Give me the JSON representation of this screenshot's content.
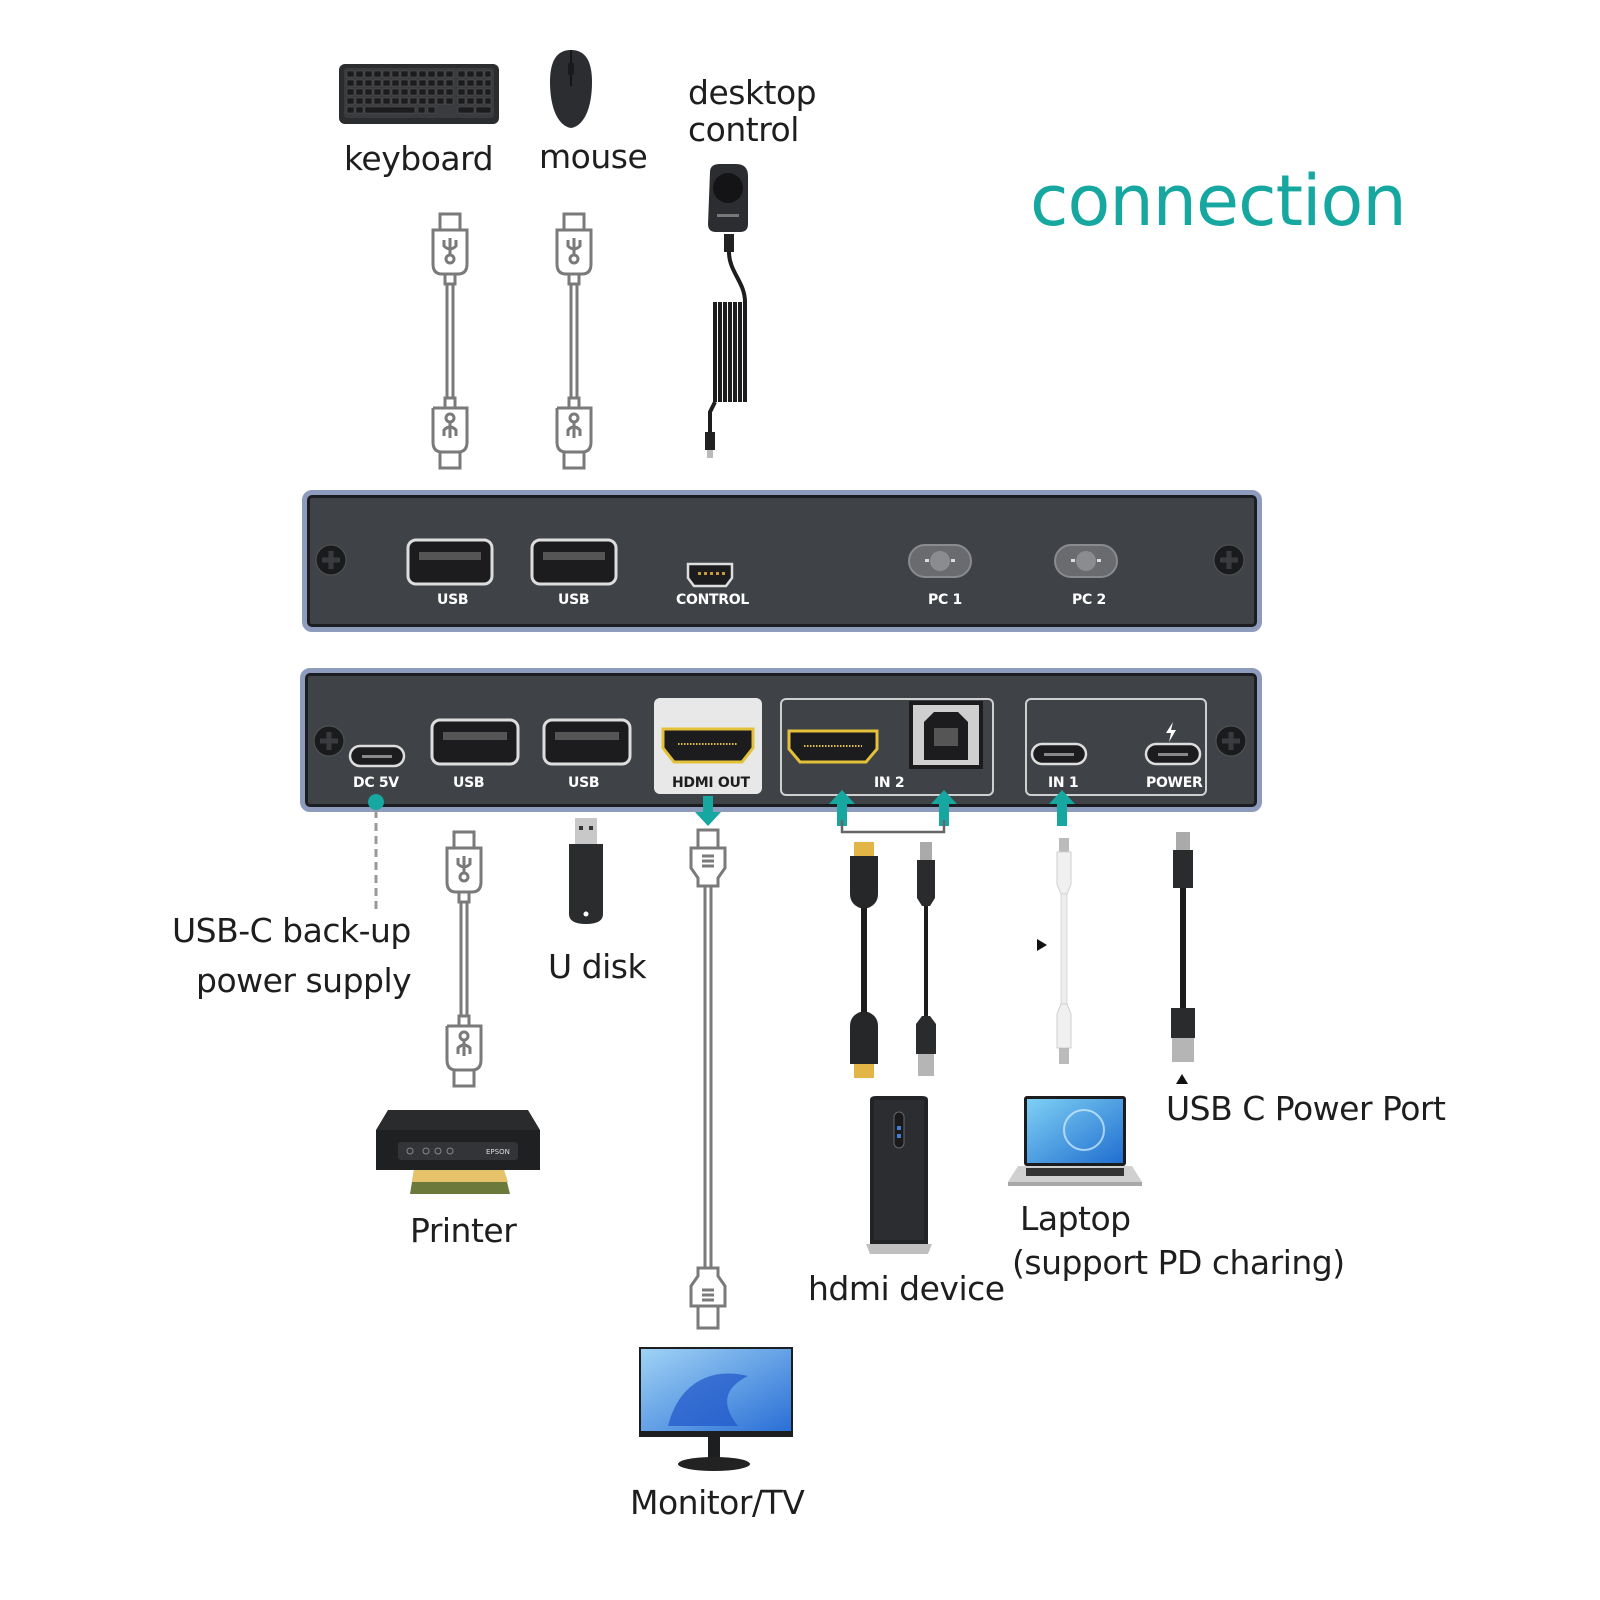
{
  "title": "connection",
  "top_devices": {
    "keyboard": "keyboard",
    "mouse": "mouse",
    "desktop_control": [
      "desktop",
      "control"
    ]
  },
  "front_panel": {
    "ports": [
      {
        "label": "USB",
        "type": "usb-a"
      },
      {
        "label": "USB",
        "type": "usb-a"
      },
      {
        "label": "CONTROL",
        "type": "mini-usb"
      },
      {
        "label": "PC 1",
        "type": "button"
      },
      {
        "label": "PC 2",
        "type": "button"
      }
    ]
  },
  "rear_panel": {
    "ports": [
      {
        "label": "DC 5V",
        "type": "usb-c"
      },
      {
        "label": "USB",
        "type": "usb-a"
      },
      {
        "label": "USB",
        "type": "usb-a"
      },
      {
        "label": "HDMI OUT",
        "type": "hdmi",
        "highlighted": true
      },
      {
        "label": "IN 2",
        "type": "hdmi+usb-b",
        "group": true
      },
      {
        "label": "IN 1",
        "type": "usb-c"
      },
      {
        "label": "POWER",
        "type": "usb-c",
        "icon": "lightning-icon"
      }
    ]
  },
  "bottom_devices": {
    "backup_power": [
      "USB-C back-up",
      "power supply"
    ],
    "u_disk": "U disk",
    "printer": "Printer",
    "monitor": "Monitor/TV",
    "hdmi_device": "hdmi device",
    "laptop": [
      "Laptop",
      "(support PD charing)"
    ],
    "usb_c_power": "USB C Power Port"
  },
  "colors": {
    "accent": "#16a7a1",
    "panel": "#3f4246",
    "panel_border": "#8d9bbd",
    "hdmi_gold": "#e3c23a",
    "line_icon": "#7a7a7a"
  }
}
